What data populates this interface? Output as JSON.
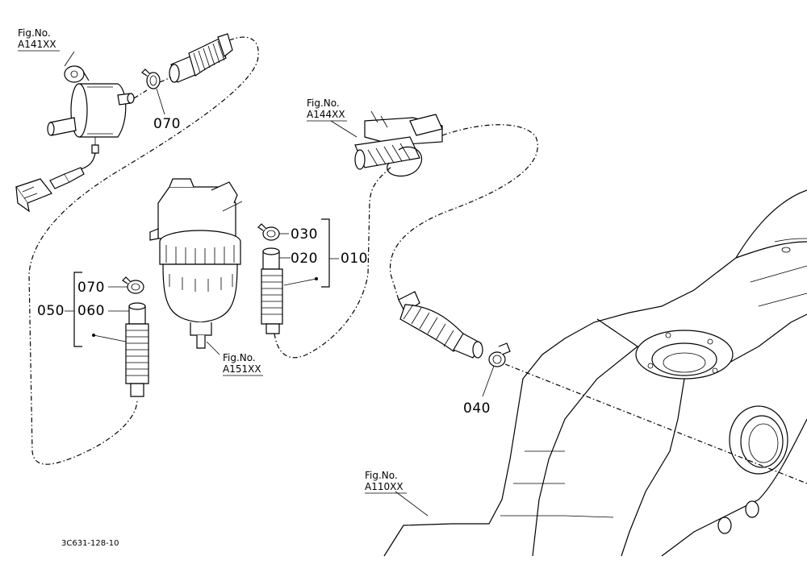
{
  "fig_refs": [
    {
      "line1": "Fig.No.",
      "line2": "A141XX"
    },
    {
      "line1": "Fig.No.",
      "line2": "A144XX"
    },
    {
      "line1": "Fig.No.",
      "line2": "A151XX"
    },
    {
      "line1": "Fig.No.",
      "line2": "A110XX"
    }
  ],
  "part_numbers": {
    "p070_top": "070",
    "p030": "030",
    "p020": "020",
    "p010": "010",
    "p070_left": "070",
    "p050": "050",
    "p060": "060",
    "p040": "040"
  },
  "drawing_code": "3C631-128-10"
}
